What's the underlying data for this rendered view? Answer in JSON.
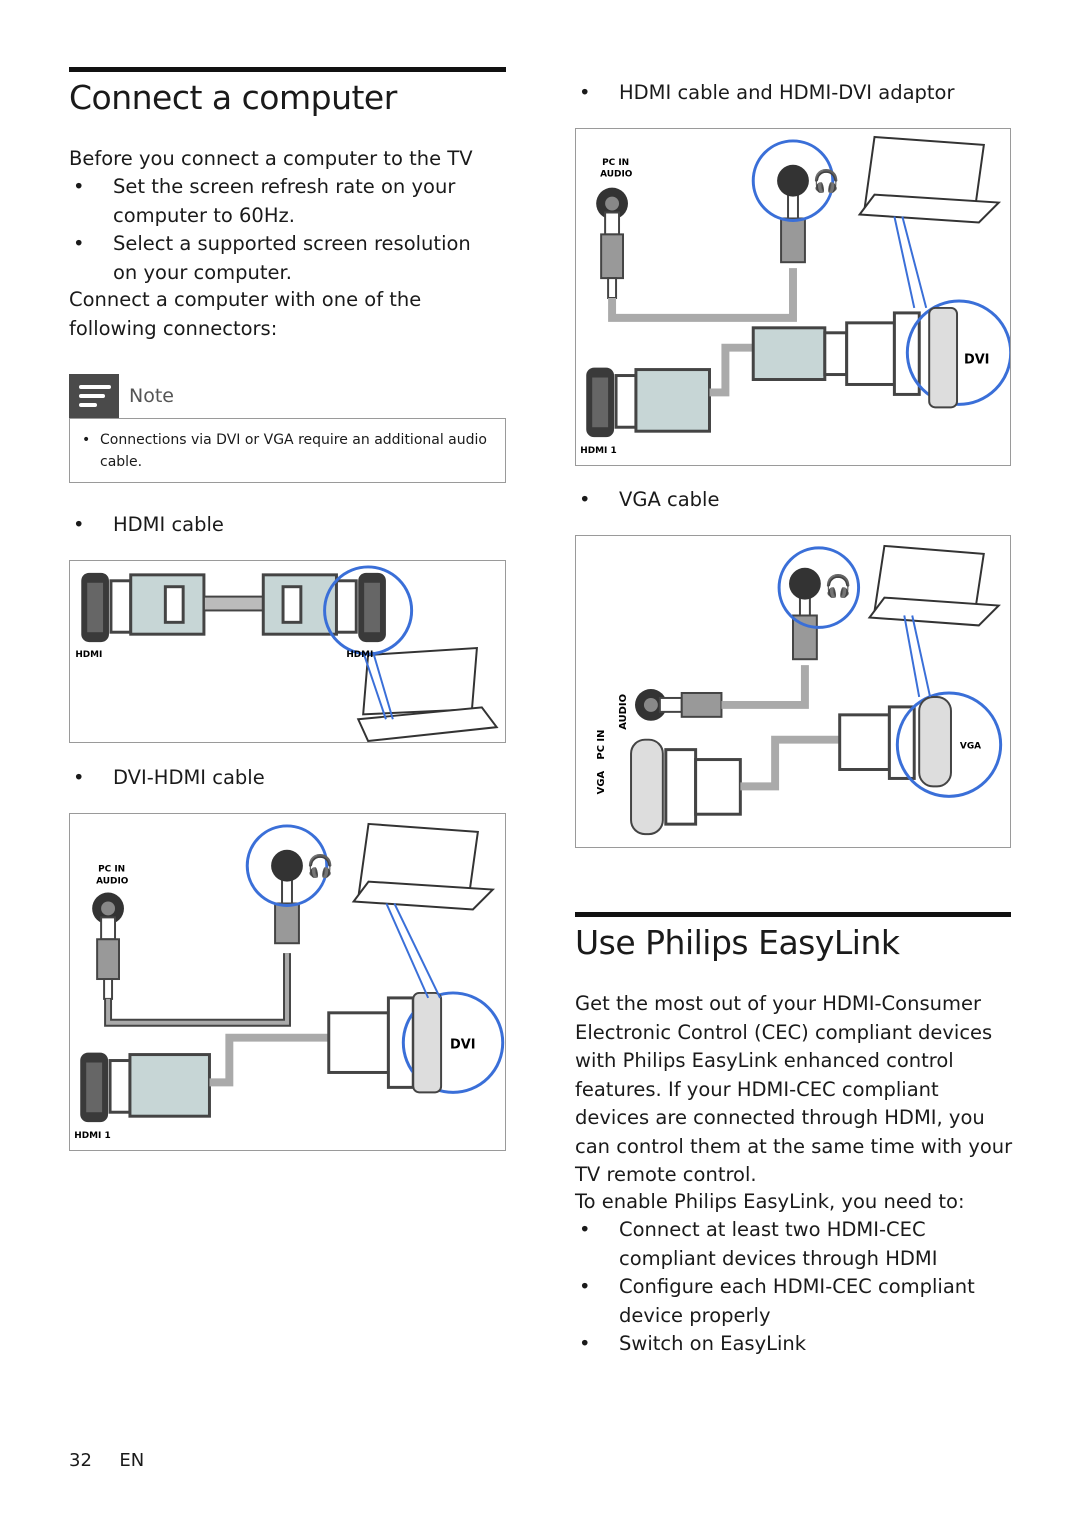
{
  "left": {
    "title": "Connect a computer",
    "intro_heading": "Before you connect a computer to the TV",
    "prep_bullets": [
      "Set the screen refresh rate on your computer to 60Hz.",
      "Select a supported screen resolution on your computer."
    ],
    "connect_text": "Connect a computer with one of the following connectors:",
    "note": {
      "title": "Note",
      "text": "Connections via DVI or VGA require an additional audio cable."
    },
    "hdmi_cable_label": "HDMI cable",
    "dvi_hdmi_cable_label": "DVI-HDMI cable"
  },
  "right": {
    "hdmi_dvi_adaptor_label": "HDMI cable and HDMI-DVI adaptor",
    "vga_cable_label": "VGA cable",
    "easylink_title": "Use Philips EasyLink",
    "easylink_para": "Get the most out of your HDMI-Consumer Electronic Control (CEC) compliant devices with Philips EasyLink enhanced control features. If your HDMI-CEC compliant devices are connected through HDMI, you can control them at the same time with your TV remote control.",
    "enable_text": "To enable Philips EasyLink, you need to:",
    "enable_bullets": [
      "Connect at least two HDMI-CEC compliant devices through HDMI",
      "Configure each HDMI-CEC compliant device properly",
      "Switch on EasyLink"
    ]
  },
  "diagram_labels": {
    "hdmi": "HDMI",
    "hdmi_1": "HDMI 1",
    "pc_in": "PC IN",
    "audio": "AUDIO",
    "dvi": "DVI",
    "vga": "VGA"
  },
  "footer": {
    "page_number": "32",
    "language": "EN"
  }
}
